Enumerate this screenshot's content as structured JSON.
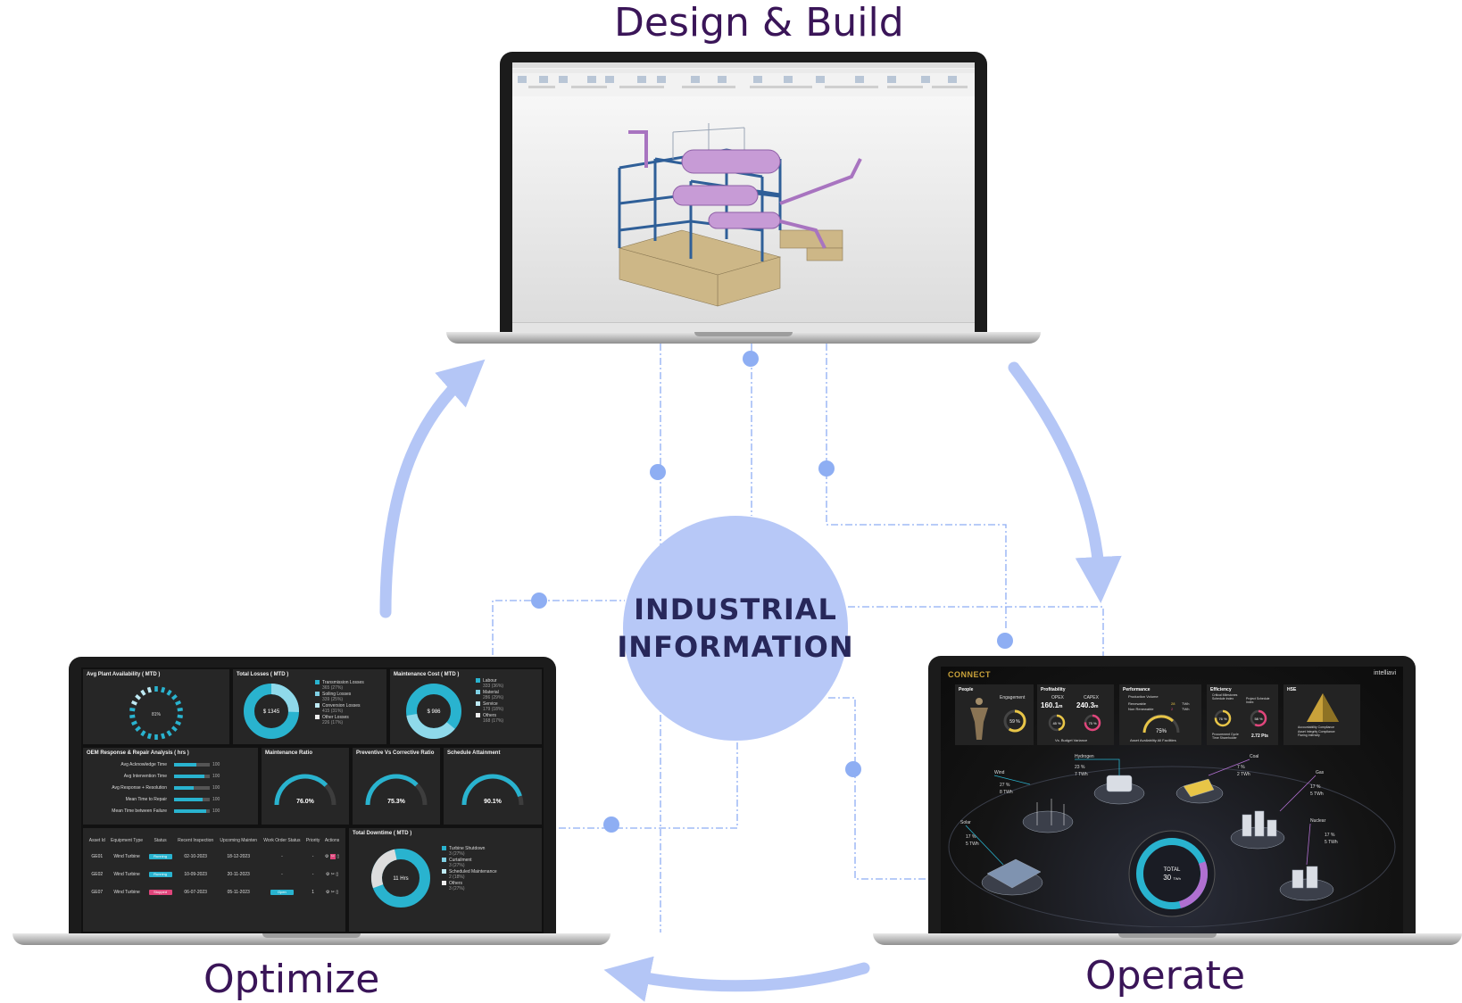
{
  "titles": {
    "design": "Design & Build",
    "optimize": "Optimize",
    "operate": "Operate"
  },
  "hub": {
    "line1": "INDUSTRIAL",
    "line2": "INFORMATION"
  },
  "colors": {
    "title": "#3a1558",
    "hub": "#b7c8f7",
    "arrow": "#b4c6f6",
    "connector": "#8eaef3",
    "teal": "#29b3cf",
    "pink": "#e0457b"
  },
  "optimize_screen": {
    "availability": {
      "title": "Avg Plant Availability ( MTD )",
      "value": "81%"
    },
    "losses": {
      "title": "Total Losses ( MTD )",
      "center": "$ 1345",
      "items": [
        {
          "label": "Transmission Losses",
          "value": "365",
          "pct": "(27%)"
        },
        {
          "label": "Soiling Losses",
          "value": "339",
          "pct": "(25%)"
        },
        {
          "label": "Conversion Losses",
          "value": "415",
          "pct": "(31%)"
        },
        {
          "label": "Other Losses",
          "value": "226",
          "pct": "(17%)"
        }
      ]
    },
    "maint_cost": {
      "title": "Maintenance Cost ( MTD )",
      "center": "$ 986",
      "items": [
        {
          "label": "Labour",
          "value": "333",
          "pct": "(36%)"
        },
        {
          "label": "Material",
          "value": "286",
          "pct": "(29%)"
        },
        {
          "label": "Service",
          "value": "179",
          "pct": "(18%)"
        },
        {
          "label": "Others",
          "value": "168",
          "pct": "(17%)"
        }
      ]
    },
    "oem": {
      "title": "OEM Response & Repair Analysis ( hrs )",
      "rows": [
        {
          "label": "Avg Acknowledge Time",
          "value": 0.62,
          "max": "100"
        },
        {
          "label": "Avg Intervention Time",
          "value": 0.85,
          "max": "100"
        },
        {
          "label": "Avg Response + Resolution",
          "value": 0.55,
          "max": "100"
        },
        {
          "label": "Mean Time to Repair",
          "value": 0.8,
          "max": "100"
        },
        {
          "label": "Mean Time between Failure",
          "value": 0.9,
          "max": "100"
        }
      ]
    },
    "maint_ratio": {
      "title": "Maintenance Ratio",
      "value": "76.0%",
      "fraction": 0.76
    },
    "prev_vs_corr": {
      "title": "Preventive Vs Corrective Ratio",
      "value": "75.3%",
      "fraction": 0.753
    },
    "schedule": {
      "title": "Schedule Attainment",
      "value": "90.1%",
      "fraction": 0.901
    },
    "assets": {
      "headers": [
        "Asset Id",
        "Equipment Type",
        "Status",
        "Recent Inspection",
        "Upcoming Mainten",
        "Work Order Status",
        "Priority",
        "Actions"
      ],
      "rows": [
        {
          "id": "GE01",
          "type": "Wind Turbine",
          "status": "Running",
          "recent": "02-10-2023",
          "upcoming": "18-12-2023",
          "wo": "-",
          "priority": "-"
        },
        {
          "id": "GE02",
          "type": "Wind Turbine",
          "status": "Running",
          "recent": "10-09-2023",
          "upcoming": "20-11-2023",
          "wo": "-",
          "priority": "-"
        },
        {
          "id": "GE07",
          "type": "Wind Turbine",
          "status": "Stopped",
          "recent": "06-07-2023",
          "upcoming": "05-11-2023",
          "wo": "Open",
          "priority": "1"
        }
      ]
    },
    "downtime": {
      "title": "Total Downtime ( MTD )",
      "center": "11 Hrs",
      "items": [
        {
          "label": "Turbine Shutdown",
          "value": "3",
          "pct": "(27%)"
        },
        {
          "label": "Curtailment",
          "value": "3",
          "pct": "(27%)"
        },
        {
          "label": "Scheduled Maintenance",
          "value": "2",
          "pct": "(18%)"
        },
        {
          "label": "Others",
          "value": "3",
          "pct": "(27%)"
        }
      ]
    }
  },
  "operate_screen": {
    "brand": "CONNECT",
    "brand_right": "intelliavi",
    "people": {
      "title": "People",
      "sub": "Engagement",
      "value": "59 %"
    },
    "profitability": {
      "title": "Profitability",
      "opex_label": "OPEX",
      "opex": "160.1",
      "opex_unit": "m",
      "capex_label": "CAPEX",
      "capex": "240.3",
      "capex_unit": "m",
      "g1": "45 %",
      "g2": "75 %",
      "foot": "Vs. Budget Variance"
    },
    "performance": {
      "title": "Performance",
      "sub": "Production Volume",
      "r1": "Renewable",
      "r1v": "28",
      "r2": "Non Renewable",
      "r2v": "2",
      "unit": "TWh",
      "gauge": "75%",
      "foot": "Asset Availability All Facilities"
    },
    "efficiency": {
      "title": "Efficiency",
      "a": "Critical Milestones Schedule Index",
      "b": "Project Schedule Index",
      "ga": "76 %",
      "gb": "58 %",
      "c": "Procurement Cycle Time Shareholder",
      "cv": "2.72 Pts"
    },
    "hse": {
      "title": "HSE",
      "items": [
        "Accountability Compliance",
        "Asset Integrity Compliance",
        "Flaring Intensity"
      ]
    },
    "map": {
      "hydrogen": {
        "label": "Hydrogen",
        "pct": "23 %",
        "val": "7 TWh"
      },
      "coal": {
        "label": "Coal",
        "pct": "7 %",
        "val": "2 TWh"
      },
      "wind": {
        "label": "Wind",
        "pct": "27 %",
        "val": "8 TWh"
      },
      "gas": {
        "label": "Gas",
        "pct": "17 %",
        "val": "5 TWh"
      },
      "solar": {
        "label": "Solar",
        "pct": "17 %",
        "val": "5 TWh"
      },
      "nuclear": {
        "label": "Nuclear",
        "pct": "17 %",
        "val": "5 TWh"
      },
      "total_label": "TOTAL",
      "total": "30",
      "total_unit": "TWh"
    }
  }
}
